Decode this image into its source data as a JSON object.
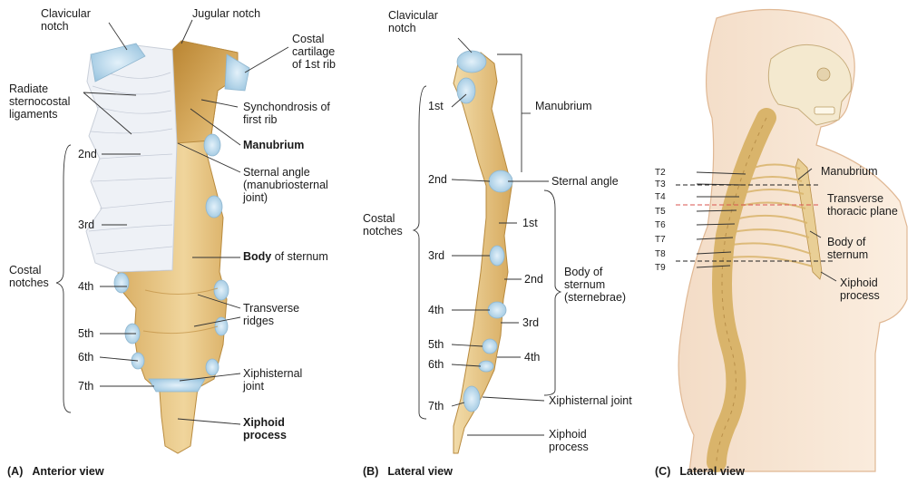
{
  "panel_a": {
    "caption_letter": "(A)",
    "caption": "Anterior view",
    "labels": {
      "clavicular_notch": "Clavicular\nnotch",
      "jugular_notch": "Jugular notch",
      "costal_cartilage": "Costal\ncartilage\nof 1st rib",
      "radiate_ligaments": "Radiate\nsternocostal\nligaments",
      "synchondrosis": "Synchondrosis of\nfirst rib",
      "manubrium": "Manubrium",
      "sternal_angle": "Sternal angle\n(manubriosternal\njoint)",
      "body_bold": "Body",
      "body_rest": " of sternum",
      "costal_notches": "Costal\nnotches",
      "transverse_ridges": "Transverse\nridges",
      "xiphisternal_joint": "Xiphisternal\njoint",
      "xiphoid_process": "Xiphoid\nprocess"
    },
    "notches": [
      "2nd",
      "3rd",
      "4th",
      "5th",
      "6th",
      "7th"
    ]
  },
  "panel_b": {
    "caption_letter": "(B)",
    "caption": "Lateral view",
    "labels": {
      "clavicular_notch": "Clavicular\nnotch",
      "manubrium": "Manubrium",
      "sternal_angle": "Sternal angle",
      "costal_notches": "Costal\nnotches",
      "body_of_sternum": "Body of\nsternum\n(sternebrae)",
      "xiphisternal_joint": "Xiphisternal joint",
      "xiphoid_process": "Xiphoid\nprocess"
    },
    "notches": [
      "1st",
      "2nd",
      "3rd",
      "4th",
      "5th",
      "6th",
      "7th"
    ],
    "sternebrae": [
      "1st",
      "2nd",
      "3rd",
      "4th"
    ]
  },
  "panel_c": {
    "caption_letter": "(C)",
    "caption": "Lateral view",
    "labels": {
      "manubrium": "Manubrium",
      "transverse_plane": "Transverse\nthoracic plane",
      "body_of_sternum": "Body of\nsternum",
      "xiphoid_process": "Xiphoid\nprocess"
    },
    "vertebrae": [
      "T2",
      "T3",
      "T4",
      "T5",
      "T6",
      "T7",
      "T8",
      "T9"
    ]
  },
  "colors": {
    "bone": "#e7c98b",
    "bone_dark": "#c99a4a",
    "cartilage": "#b9d7ea",
    "ligament": "#e8ecf3",
    "skin": "#f6e6d2",
    "skin_outline": "#e0b894",
    "plane_red": "#d9534f"
  }
}
